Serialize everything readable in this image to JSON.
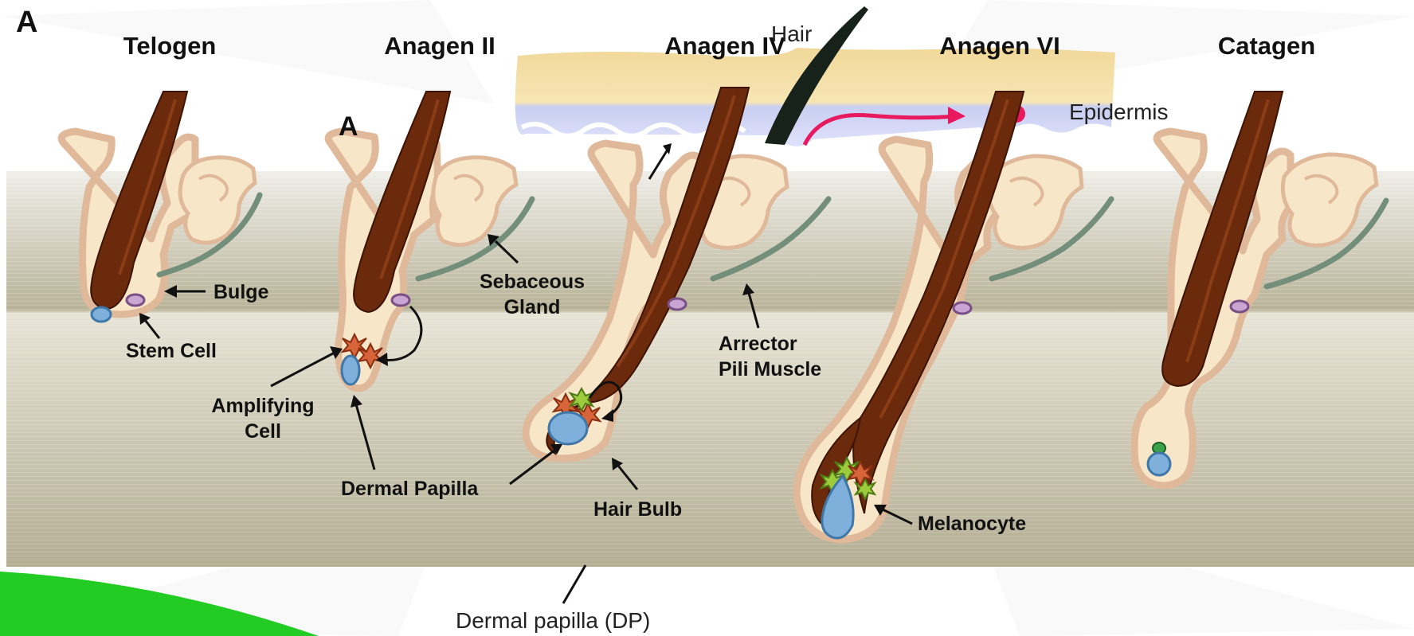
{
  "panel_letter": "A",
  "stages": [
    "Telogen",
    "Anagen II",
    "Anagen IV",
    "Anagen VI",
    "Catagen"
  ],
  "labels": {
    "bulge": "Bulge",
    "stem_cell": "Stem Cell",
    "amplifying_cell_line1": "Amplifying",
    "amplifying_cell_line2": "Cell",
    "sebaceous_gland_line1": "Sebaceous",
    "sebaceous_gland_line2": "Gland",
    "dermal_papilla": "Dermal Papilla",
    "hair_bulb": "Hair Bulb",
    "arrector_line1": "Arrector",
    "arrector_line2": "Pili Muscle",
    "melanocyte": "Melanocyte"
  },
  "background_figure": {
    "hair": "Hair",
    "epidermis": "Epidermis",
    "dermal_papilla_dp": "Dermal papilla (DP)",
    "panel_letter": "A"
  },
  "colors": {
    "hair_shaft": "#6b2a0c",
    "follicle": "#f7e6c8",
    "dermal_papilla": "#7fb0dc",
    "stem_cell": "#c9a6d2",
    "amplifying_cell": "#d8643a",
    "melanocyte": "#9ccc3c",
    "arrector_muscle": "#738e7b",
    "epidermis_arrow": "#e8195e",
    "corner_accent": "#22cc22"
  }
}
